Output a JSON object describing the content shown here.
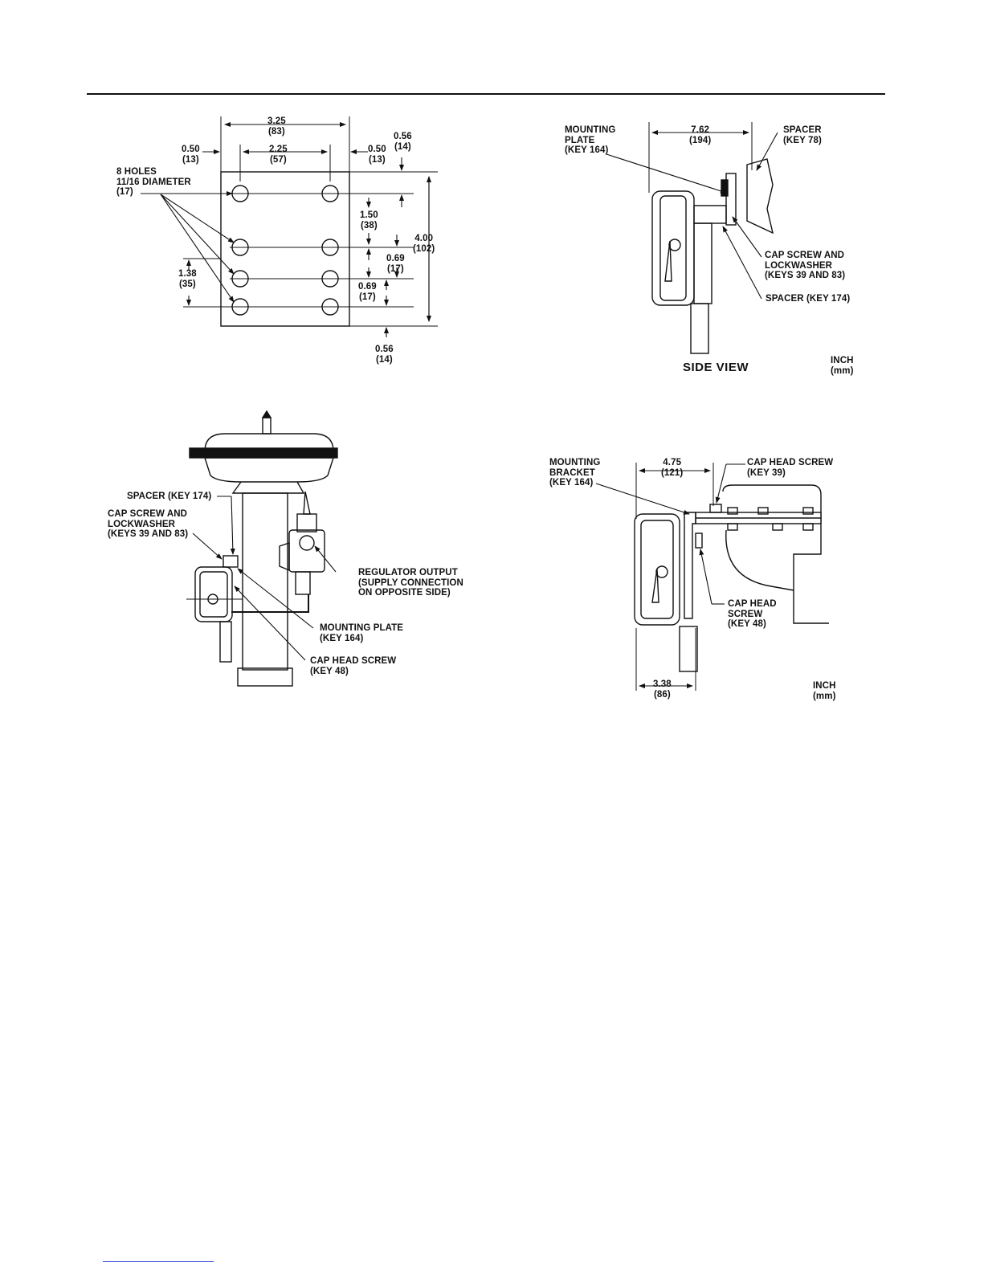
{
  "fig1": {
    "w_outer": "3.25\n(83)",
    "w_inner": "2.25\n(57)",
    "left_margin": "0.50\n(13)",
    "right_margin": "0.50\n(13)",
    "top_margin": "0.56\n(14)",
    "holes": "8 HOLES\n11/16 DIAMETER\n(17)",
    "h_150": "1.50\n(38)",
    "h_400": "4.00\n(102)",
    "h_069a": "0.69\n(17)",
    "h_069b": "0.69\n(17)",
    "h_138": "1.38\n(35)",
    "bottom_margin": "0.56\n(14)"
  },
  "fig2": {
    "mounting_plate": "MOUNTING\nPLATE\n(KEY 164)",
    "dim_762": "7.62\n(194)",
    "spacer78": "SPACER\n(KEY 78)",
    "capscrew": "CAP SCREW AND\nLOCKWASHER\n(KEYS 39 AND 83)",
    "spacer174": "SPACER (KEY 174)",
    "side_view": "SIDE VIEW",
    "units": "INCH\n(mm)"
  },
  "fig3": {
    "spacer174": "SPACER (KEY 174)",
    "capscrew": "CAP SCREW AND\nLOCKWASHER\n(KEYS 39 AND 83)",
    "regulator": "REGULATOR OUTPUT\n(SUPPLY CONNECTION\nON OPPOSITE SIDE)",
    "mounting_plate": "MOUNTING PLATE\n(KEY 164)",
    "cap_head": "CAP HEAD SCREW\n(KEY 48)"
  },
  "fig4": {
    "bracket": "MOUNTING\nBRACKET\n(KEY 164)",
    "dim_475": "4.75\n(121)",
    "cap39": "CAP HEAD SCREW\n(KEY 39)",
    "cap48": "CAP HEAD\nSCREW\n(KEY 48)",
    "dim_338": "3.38\n(86)",
    "units": "INCH\n(mm)"
  }
}
